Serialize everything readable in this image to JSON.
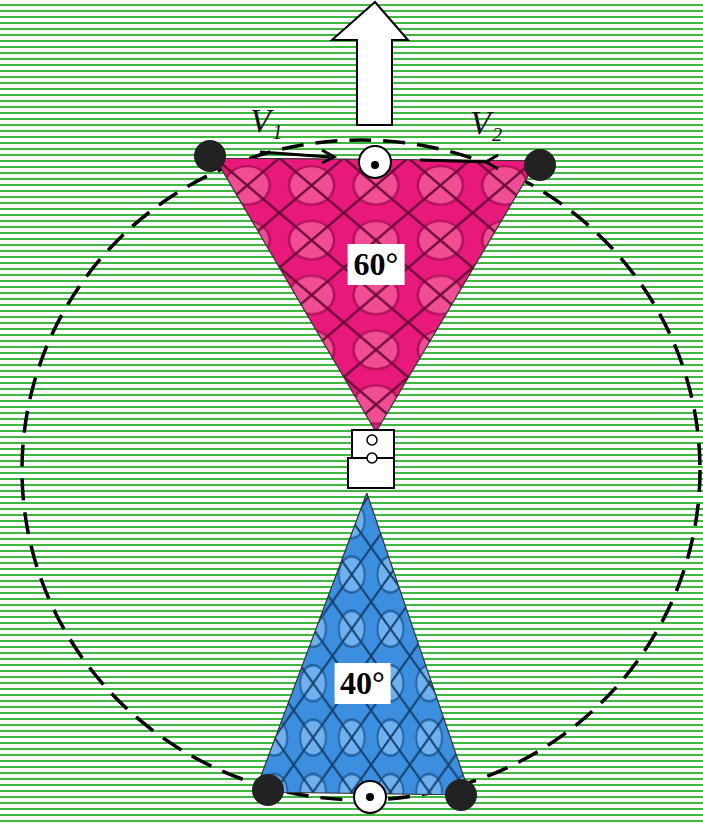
{
  "diagram": {
    "nodes": [
      {
        "text": [
          "60°"
        ]
      },
      {
        "text": [
          "40°"
        ]
      }
    ],
    "labels": [
      "V₁",
      "V₂"
    ]
  }
}
